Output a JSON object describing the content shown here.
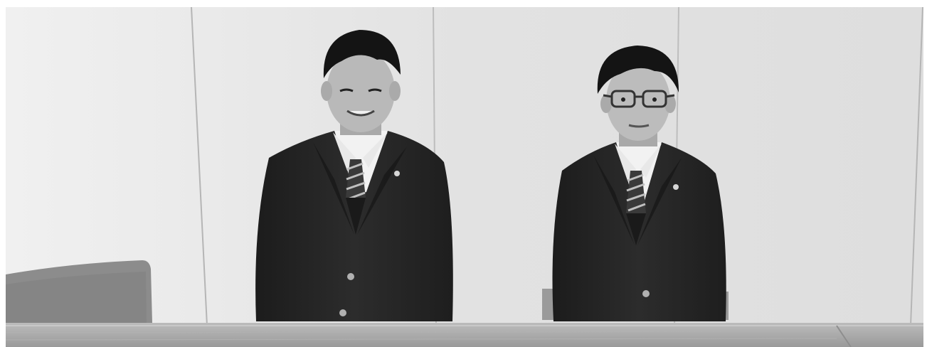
{
  "photo": {
    "style": "grayscale",
    "colors": {
      "background": "#ffffff",
      "wall": "#e6e6e6",
      "jacket": "#242424",
      "shirt": "#f2f2f2",
      "table": "#a9a9a9",
      "chair": "#8a8a8a",
      "skin": "#b9b9b9",
      "hair": "#141414"
    },
    "subjects": [
      {
        "role": "student-left",
        "glasses": false
      },
      {
        "role": "student-right",
        "glasses": true
      }
    ]
  }
}
